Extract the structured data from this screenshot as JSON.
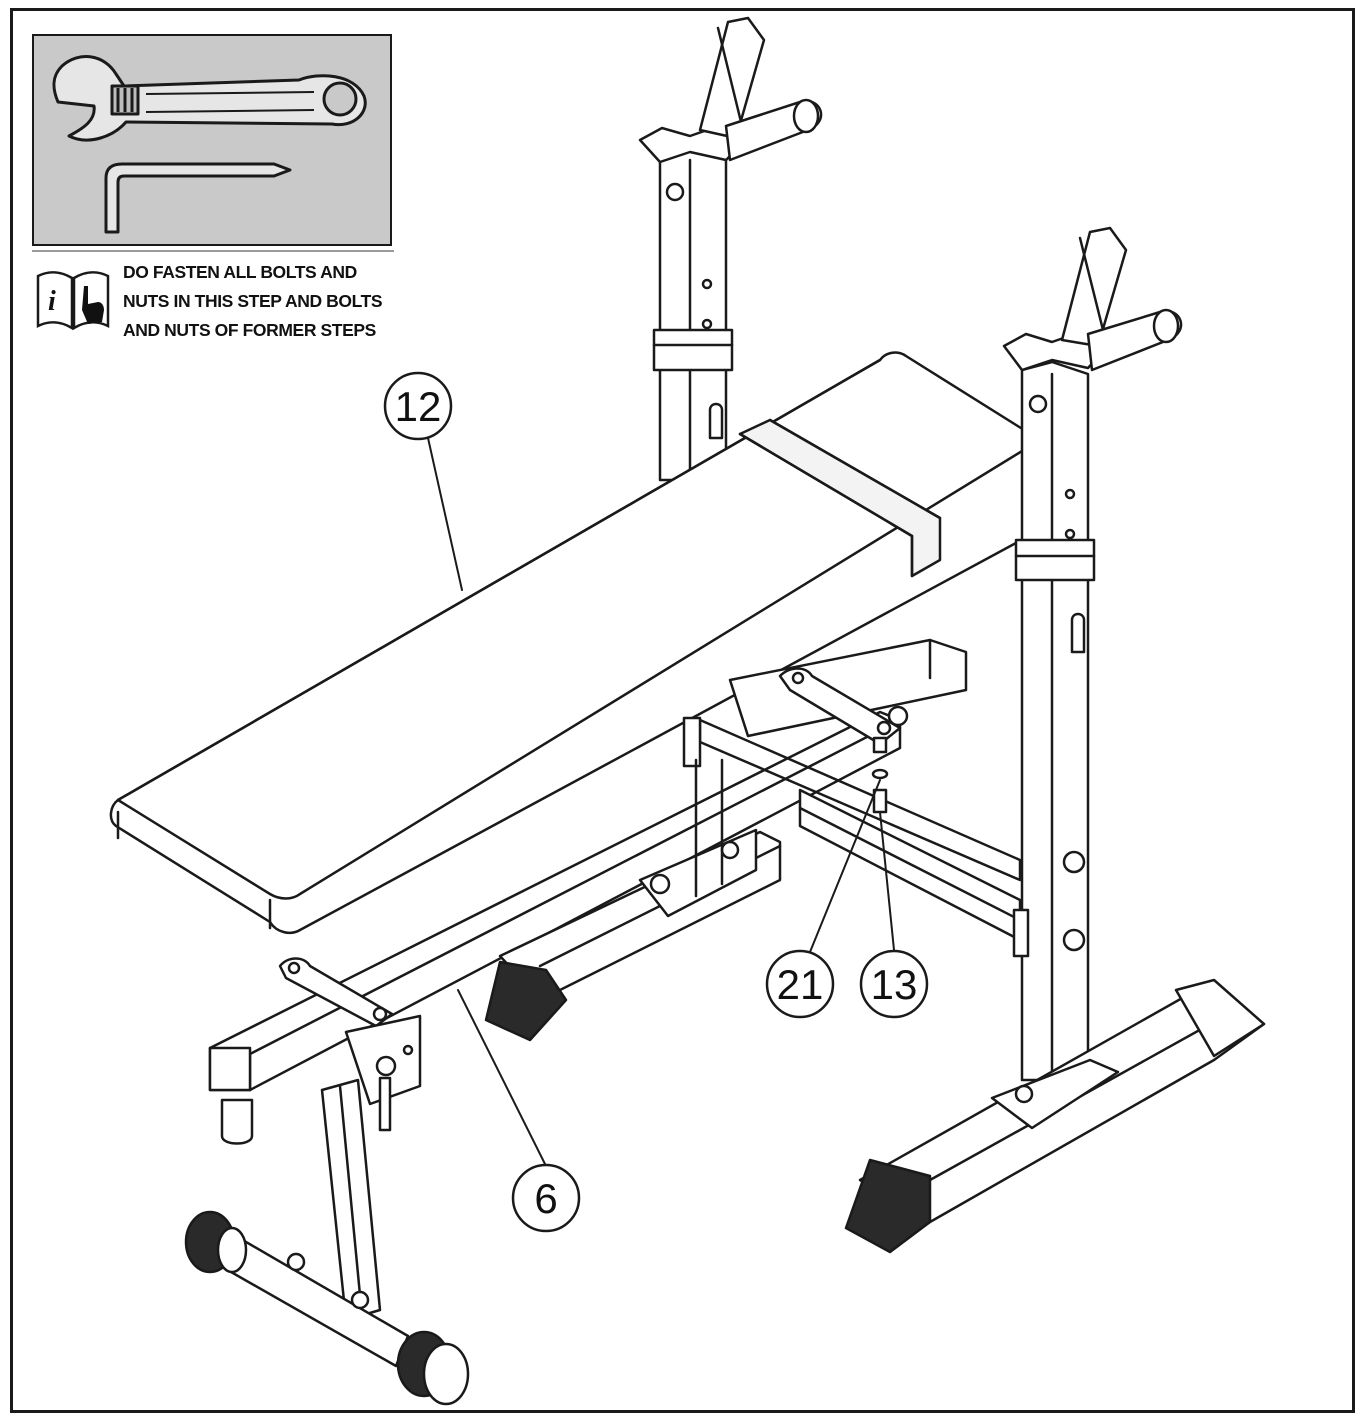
{
  "note": {
    "icon": "manual-info-icon",
    "lines": [
      "DO FASTEN ALL BOLTS AND",
      "NUTS IN THIS STEP AND BOLTS",
      "AND NUTS OF FORMER STEPS"
    ]
  },
  "tools": {
    "items": [
      "adjustable-wrench-icon",
      "allen-key-icon"
    ]
  },
  "callouts": {
    "c12": "12",
    "c6": "6",
    "c21": "21",
    "c13": "13"
  },
  "colors": {
    "line": "#1a1a1a",
    "tool_panel": "#c9c9c9",
    "foot_cap": "#2a2a2a"
  }
}
